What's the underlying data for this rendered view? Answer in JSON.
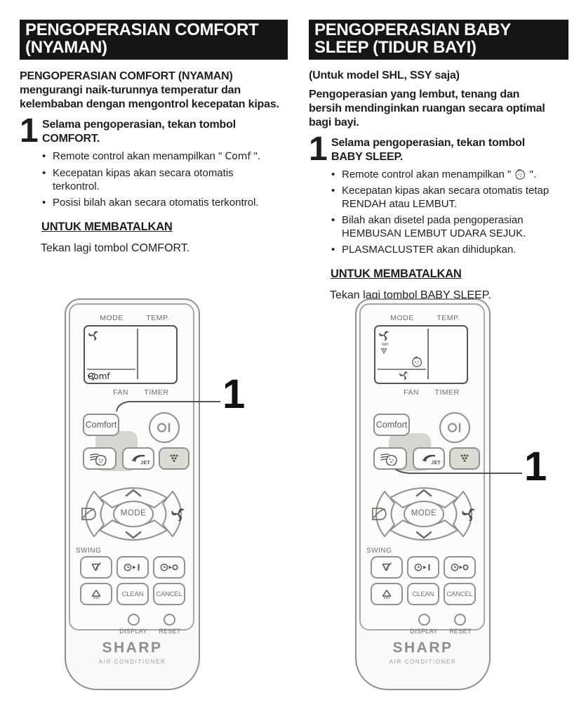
{
  "colors": {
    "header_bg": "#161616",
    "header_text": "#ffffff",
    "body_text": "#1e1e1e",
    "remote_outline": "#8f8f8b",
    "remote_body": "#f9f9f8",
    "highlight_blob": "#d7d7d2",
    "shaded_button": "#dcdcd5"
  },
  "left_section": {
    "header_line1": "PENGOPERASIAN COMFORT",
    "header_line2": "(NYAMAN)",
    "intro": "PENGOPERASIAN COMFORT (NYAMAN) mengurangi naik-turunnya temperatur dan kelembaban dengan mengontrol kecepatan kipas.",
    "step_number": "1",
    "step_text": "Selama pengoperasian, tekan tombol COMFORT.",
    "bullet1_before": "Remote control akan menampilkan \" ",
    "bullet1_lcd": "Comf",
    "bullet1_after": " \".",
    "bullet2": "Kecepatan kipas akan secara otomatis terkontrol.",
    "bullet3": "Posisi bilah akan secara otomatis terkontrol.",
    "cancel_heading": "UNTUK MEMBATALKAN",
    "cancel_text": "Tekan lagi tombol COMFORT.",
    "callout_number": "1"
  },
  "right_section": {
    "header_line1": "PENGOPERASIAN BABY",
    "header_line2": "SLEEP (TIDUR BAYI)",
    "model_note": "(Untuk model SHL, SSY saja)",
    "intro": "Pengoperasian yang lembut, tenang dan bersih mendinginkan ruangan secara optimal bagi bayi.",
    "step_number": "1",
    "step_text": "Selama pengoperasian, tekan tombol BABY SLEEP.",
    "bullet1_before": "Remote control akan menampilkan \" ",
    "bullet1_after": " \".",
    "bullet2": "Kecepatan kipas akan secara otomatis tetap RENDAH atau LEMBUT.",
    "bullet3": "Bilah akan disetel pada pengoperasian HEMBUSAN LEMBUT UDARA SEJUK.",
    "bullet4": "PLASMACLUSTER akan dihidupkan.",
    "cancel_heading": "UNTUK MEMBATALKAN",
    "cancel_text": "Tekan lagi tombol BABY SLEEP.",
    "callout_number": "1"
  },
  "remote": {
    "mode_label": "MODE",
    "temp_label": "TEMP.",
    "fan_label": "FAN",
    "timer_label": "TIMER",
    "comfort_button": "Comfort",
    "jet_button": "JET",
    "mode_button": "MODE",
    "swing_label": "SWING",
    "clean_button": "CLEAN",
    "cancel_button": "CANCEL",
    "display_label": "DISPLAY",
    "reset_label": "RESET",
    "brand": "SHARP",
    "brand_subtitle": "AIR CONDITIONER",
    "lcd_comfort_text": "Comf",
    "lcd_ion_text": "Ion"
  }
}
